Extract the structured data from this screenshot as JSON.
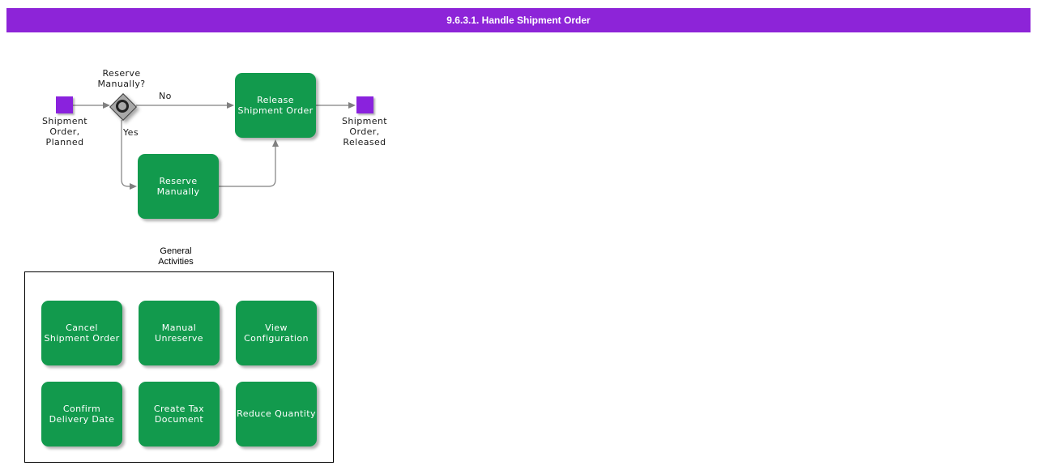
{
  "header": {
    "title": "9.6.3.1. Handle Shipment Order"
  },
  "colors": {
    "header_bg": "#8D24D8",
    "event_purple": "#8A22DD",
    "task_green": "#129A4D",
    "gateway_gray": "#A8A8A8",
    "connector_gray": "#808080",
    "panel_border": "#000000"
  },
  "flow": {
    "start_event": {
      "label": "Shipment\nOrder,\nPlanned"
    },
    "decision": {
      "label": "Reserve\nManually?"
    },
    "edges": {
      "no": "No",
      "yes": "Yes"
    },
    "tasks": {
      "release": {
        "label": "Release\nShipment Order"
      },
      "reserve": {
        "label": "Reserve\nManually"
      }
    },
    "end_event": {
      "label": "Shipment\nOrder,\nReleased"
    }
  },
  "general_activities": {
    "title": "General\nActivities",
    "buttons": [
      {
        "label": "Cancel\nShipment Order"
      },
      {
        "label": "Manual\nUnreserve"
      },
      {
        "label": "View\nConfiguration"
      },
      {
        "label": "Confirm\nDelivery Date"
      },
      {
        "label": "Create Tax\nDocument"
      },
      {
        "label": "Reduce Quantity"
      }
    ]
  }
}
